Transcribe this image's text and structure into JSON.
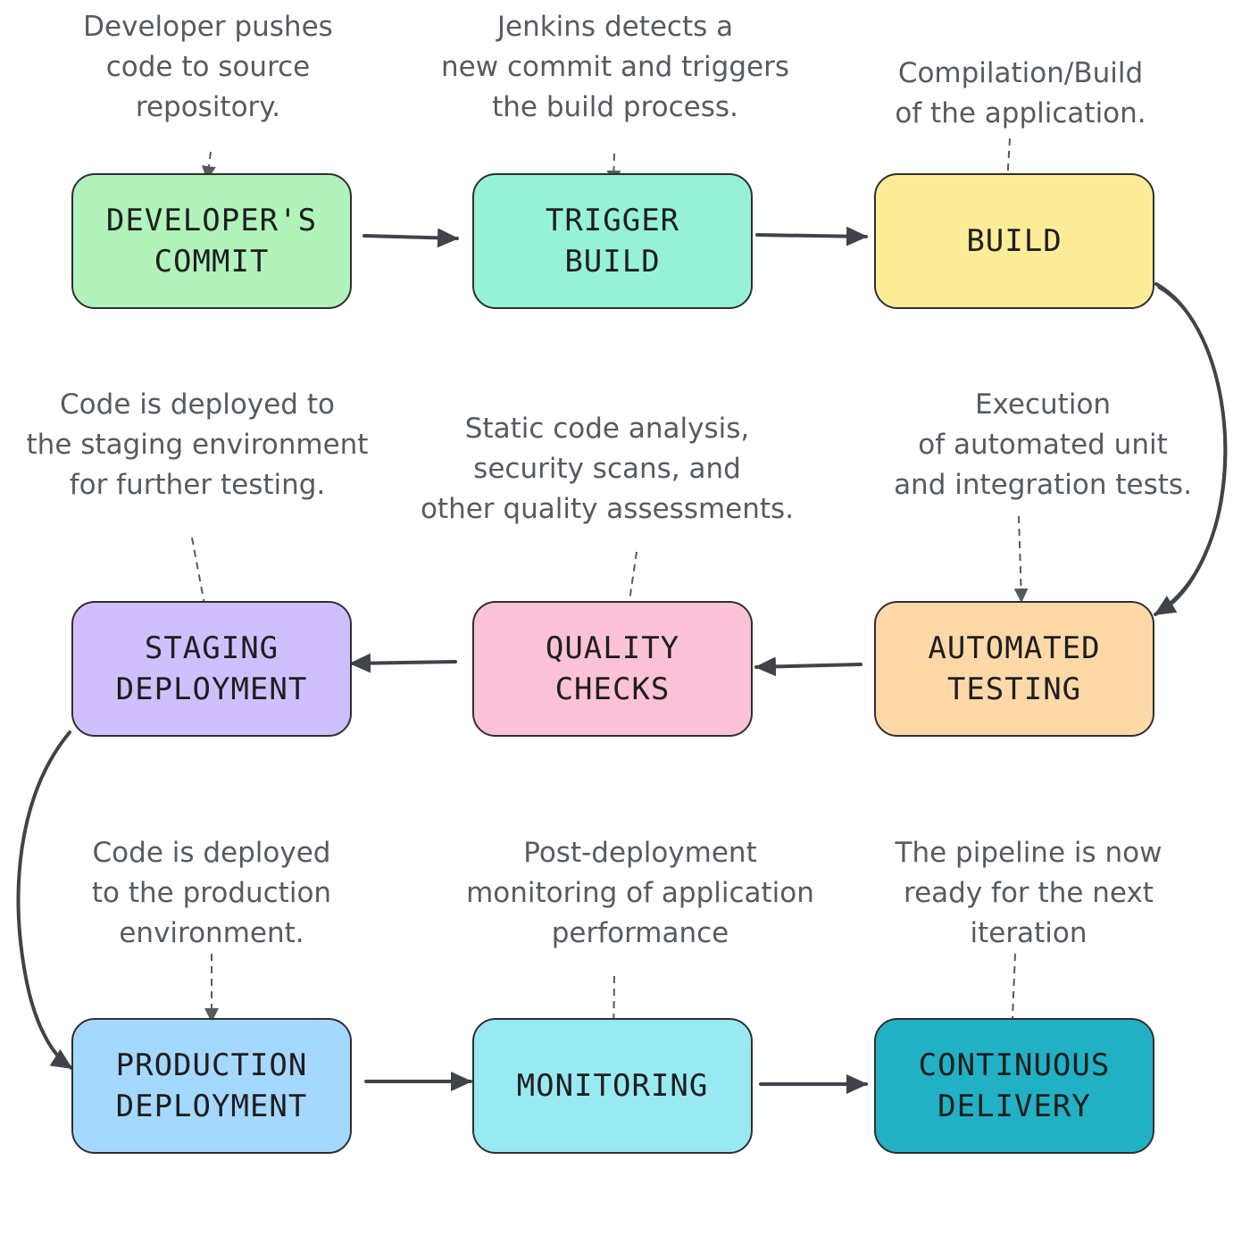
{
  "steps": [
    {
      "id": "commit",
      "lines": [
        "DEVELOPER'S",
        "COMMIT"
      ],
      "fill": "#b2f2bb",
      "note": [
        "Developer pushes",
        "code to source",
        "repository."
      ]
    },
    {
      "id": "trigger",
      "lines": [
        "TRIGGER",
        "BUILD"
      ],
      "fill": "#96f2d7",
      "note": [
        "Jenkins detects a",
        "new commit and triggers",
        "the build process."
      ]
    },
    {
      "id": "build",
      "lines": [
        "BUILD"
      ],
      "fill": "#ffec99",
      "note": [
        "Compilation/Build",
        "of the application."
      ]
    },
    {
      "id": "staging",
      "lines": [
        "STAGING",
        "DEPLOYMENT"
      ],
      "fill": "#d0bfff",
      "note": [
        "Code is deployed to",
        "the staging environment",
        "for further testing."
      ]
    },
    {
      "id": "quality",
      "lines": [
        "QUALITY",
        "CHECKS"
      ],
      "fill": "#fcc2d7",
      "note": [
        "Static code analysis,",
        "security scans, and",
        "other quality assessments."
      ]
    },
    {
      "id": "testing",
      "lines": [
        "AUTOMATED",
        "TESTING"
      ],
      "fill": "#ffd8a8",
      "note": [
        "Execution",
        "of automated unit",
        "and integration tests."
      ]
    },
    {
      "id": "production",
      "lines": [
        "PRODUCTION",
        "DEPLOYMENT"
      ],
      "fill": "#a5d8ff",
      "note": [
        "Code is deployed",
        "to the production",
        "environment."
      ]
    },
    {
      "id": "monitoring",
      "lines": [
        "MONITORING"
      ],
      "fill": "#99e9f2",
      "note": [
        "Post-deployment",
        "monitoring of application",
        "performance"
      ]
    },
    {
      "id": "delivery",
      "lines": [
        "CONTINUOUS",
        "DELIVERY"
      ],
      "fill": "#22b0c4",
      "note": [
        "The pipeline is now",
        "ready for the next",
        "iteration"
      ]
    }
  ],
  "flow": [
    "commit",
    "trigger",
    "build",
    "testing",
    "quality",
    "staging",
    "production",
    "monitoring",
    "delivery"
  ]
}
